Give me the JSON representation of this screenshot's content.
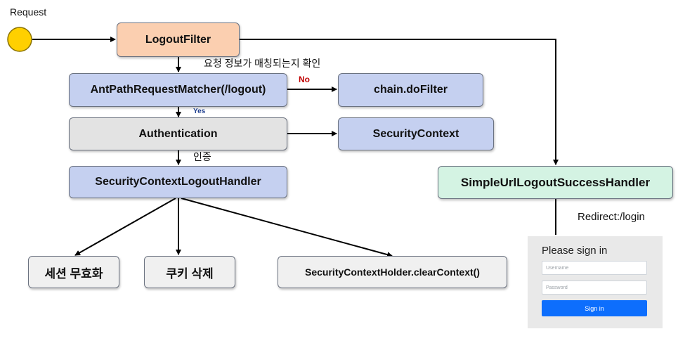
{
  "request_label": "Request",
  "nodes": {
    "logout_filter": "LogoutFilter",
    "ant_matcher": "AntPathRequestMatcher(/logout)",
    "chain_dofilter": "chain.doFilter",
    "authentication": "Authentication",
    "security_context": "SecurityContext",
    "logout_handler": "SecurityContextLogoutHandler",
    "success_handler": "SimpleUrlLogoutSuccessHandler",
    "session_invalidate": "세션 무효화",
    "cookie_delete": "쿠키 삭제",
    "clear_context": "SecurityContextHolder.clearContext()"
  },
  "edge_labels": {
    "match_check": "요청 정보가 매칭되는지 확인",
    "no": "No",
    "yes": "Yes",
    "auth": "인증",
    "redirect": "Redirect:/login"
  },
  "login_form": {
    "title": "Please sign in",
    "username_placeholder": "Username",
    "password_placeholder": "Password",
    "button": "Sign in"
  },
  "colors": {
    "filter": "#fbcfb0",
    "matcher": "#c5d0f0",
    "authentication": "#e3e3e3",
    "success_handler": "#d4f3e3",
    "action": "#f0f0f0",
    "request_dot": "#ffd000",
    "no_label": "#c00000",
    "yes_label": "#1f3f8f"
  }
}
